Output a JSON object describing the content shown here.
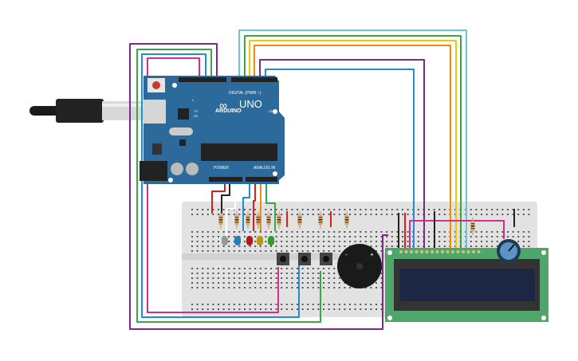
{
  "arduino": {
    "brand": "ARDUINO",
    "model": "UNO",
    "digital_label": "DIGITAL (PWM ~)",
    "power_label": "POWER",
    "analog_label": "ANALOG IN",
    "tx": "TX",
    "rx": "RX",
    "l": "L",
    "on": "ON"
  },
  "colors": {
    "board": "#2b6a9b",
    "breadboard": "#e2e2e2",
    "lcd_pcb": "#4fa66b",
    "lcd_screen": "#1c2744",
    "wire_purple": "#7b2a8a",
    "wire_green": "#3aa64a",
    "wire_blue": "#1d8fd0",
    "wire_pink": "#d12f8c",
    "wire_cyan": "#6cc6d6",
    "wire_yellow": "#f0c800",
    "wire_orange": "#f08c00",
    "wire_red": "#d62020",
    "wire_black": "#222222"
  },
  "components": {
    "leds": [
      "gray",
      "blue",
      "red",
      "yellow",
      "green"
    ],
    "buttons": 3,
    "resistors": 10,
    "buzzer_polarity": [
      "-",
      "+"
    ]
  }
}
